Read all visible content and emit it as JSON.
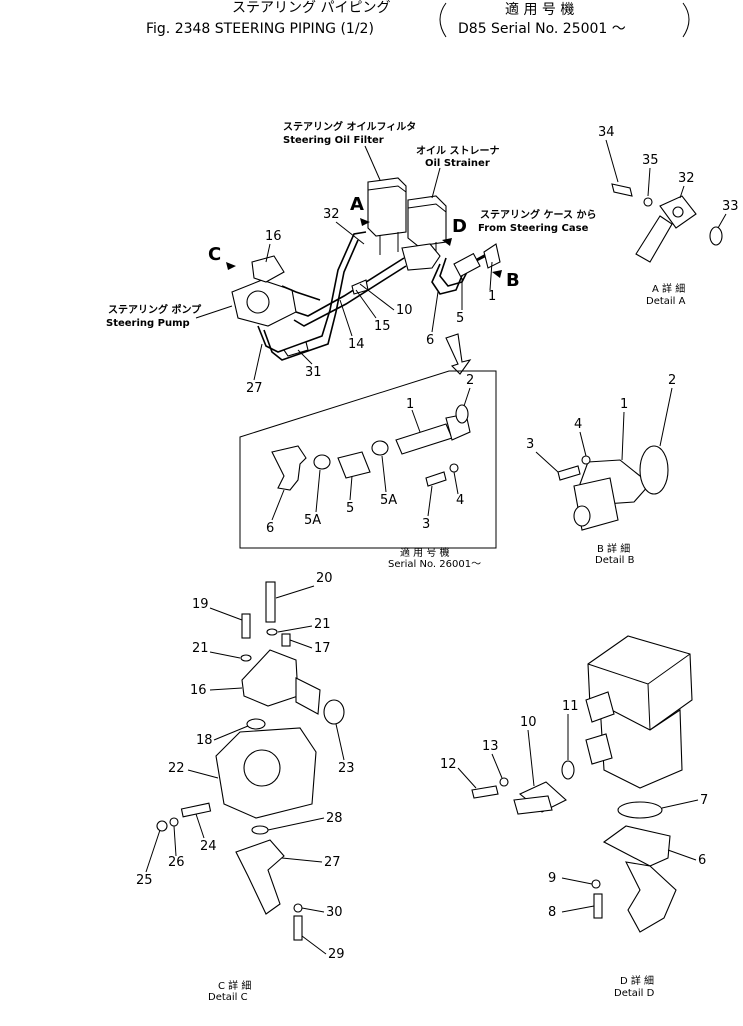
{
  "header": {
    "jp_title": "ステアリング パイピング",
    "title": "Fig. 2348  STEERING  PIPING  (1/2)",
    "jp_serial": "適 用 号 機",
    "serial": "D85  Serial  No. 25001 ～"
  },
  "labels": {
    "oil_filter_jp": "ステアリング オイルフィルタ",
    "oil_filter": "Steering Oil Filter",
    "oil_strainer_jp": "オイル ストレーナ",
    "oil_strainer": "Oil Strainer",
    "from_case_jp": "ステアリング ケース から",
    "from_case": "From Steering Case",
    "pump_jp": "ステアリング ポンプ",
    "pump": "Steering Pump"
  },
  "views": {
    "A": "A",
    "B": "B",
    "C": "C",
    "D": "D"
  },
  "details": {
    "a_jp": "A 詳 細",
    "a": "Detail  A",
    "b_jp": "B 詳 細",
    "b": "Detail  B",
    "c_jp": "C 詳 細",
    "c": "Detail  C",
    "d_jp": "D 詳 細",
    "d": "Detail  D",
    "serial_jp": "適 用 号 機",
    "serial": "Serial No. 26001～"
  },
  "callouts": {
    "main": [
      "16",
      "32",
      "10",
      "15",
      "14",
      "27",
      "31",
      "6",
      "5",
      "1"
    ],
    "inset": [
      "2",
      "1",
      "5A",
      "5",
      "5A",
      "6",
      "4",
      "3"
    ],
    "detail_a": [
      "34",
      "35",
      "32",
      "33"
    ],
    "detail_b": [
      "2",
      "1",
      "4",
      "3"
    ],
    "detail_c": [
      "20",
      "19",
      "21",
      "21",
      "17",
      "16",
      "18",
      "23",
      "22",
      "28",
      "24",
      "27",
      "26",
      "25",
      "30",
      "29"
    ],
    "detail_d": [
      "11",
      "10",
      "13",
      "12",
      "7",
      "6",
      "9",
      "8"
    ]
  }
}
